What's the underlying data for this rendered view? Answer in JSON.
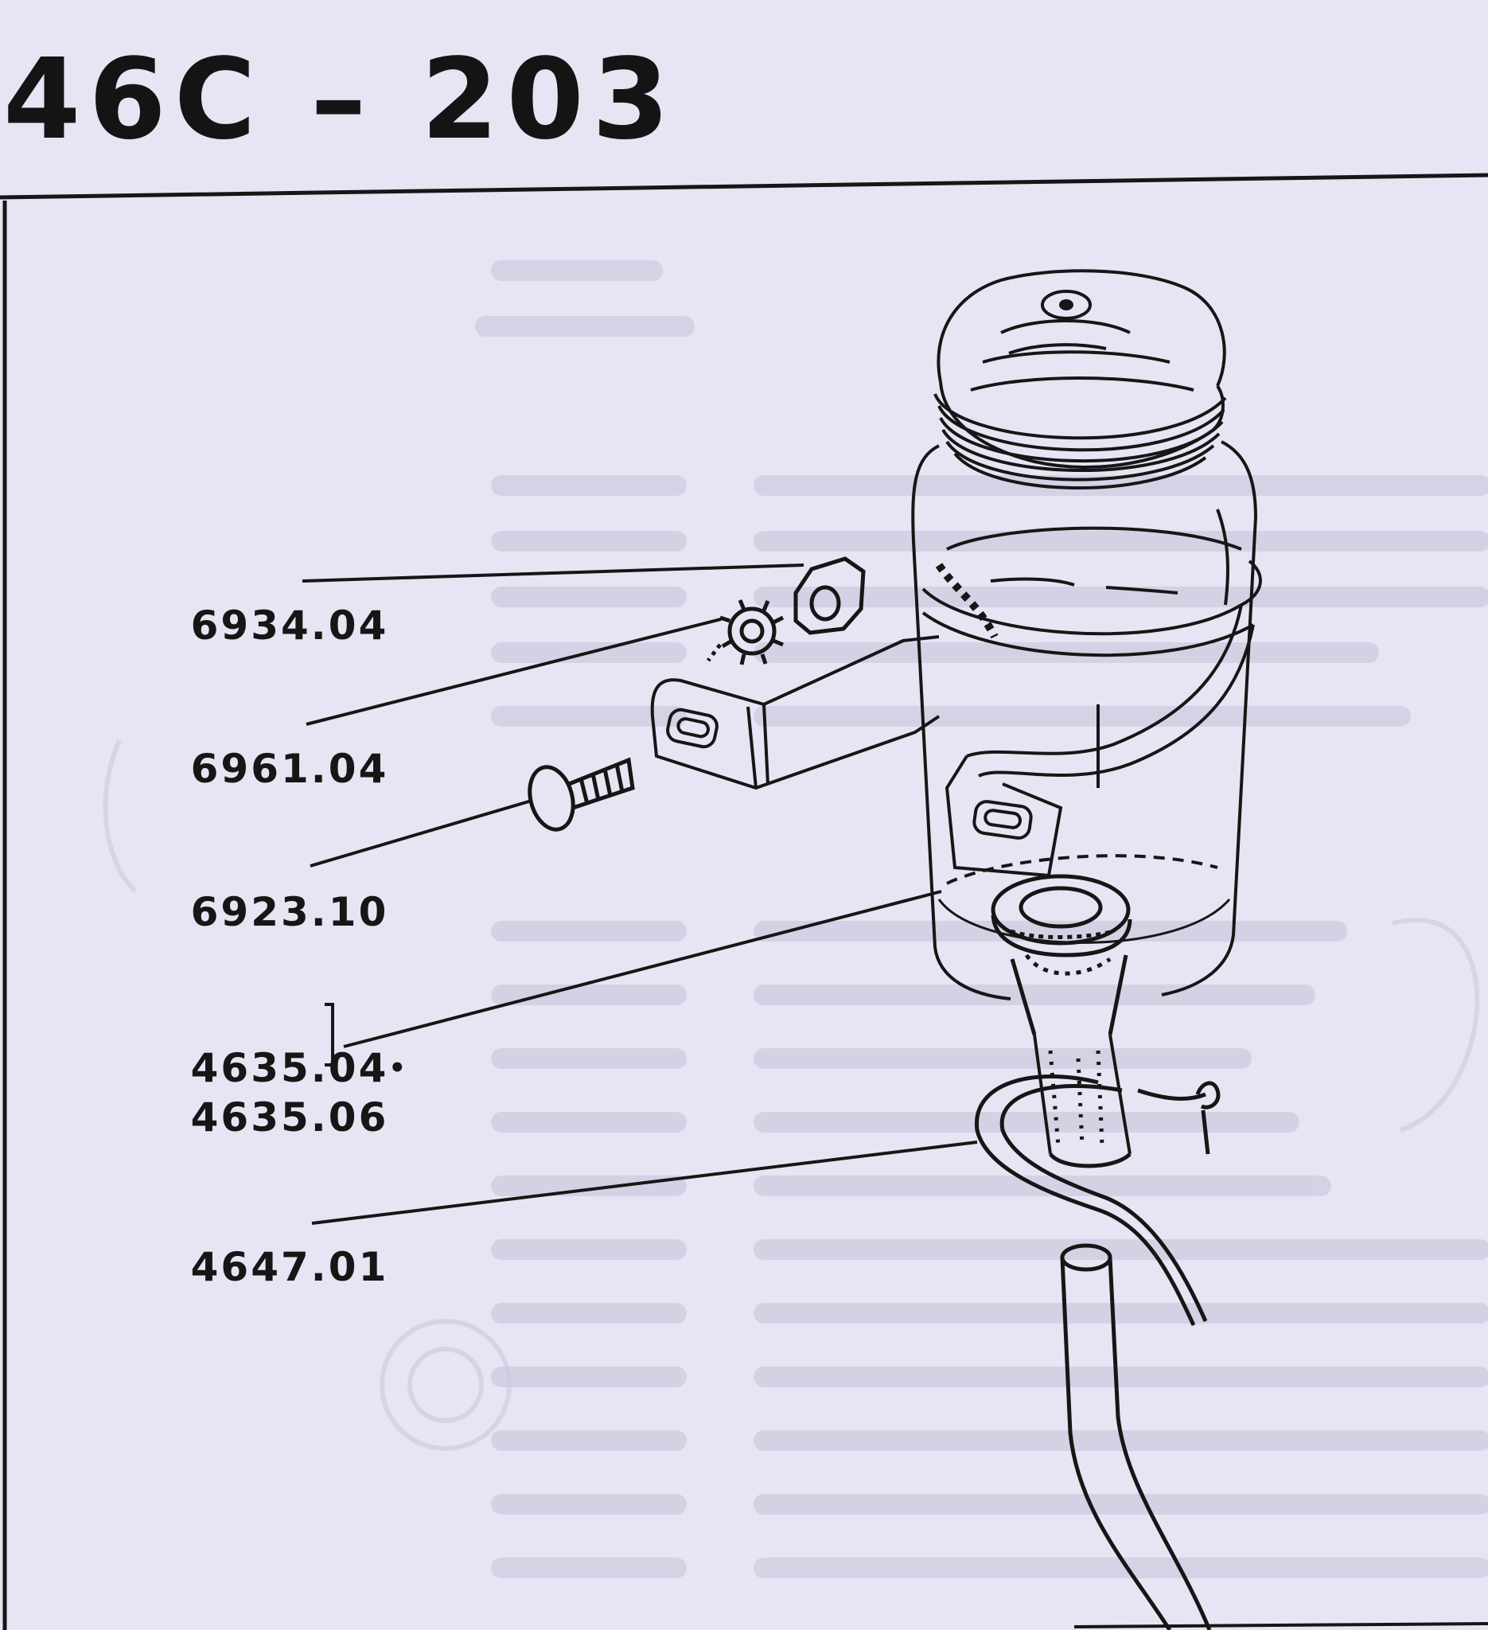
{
  "page": {
    "title": "46C – 203"
  },
  "callouts": [
    {
      "id": "6934.04",
      "label": "6934.04"
    },
    {
      "id": "6961.04",
      "label": "6961.04"
    },
    {
      "id": "6923.10",
      "label": "6923.10"
    },
    {
      "id": "4635.04",
      "label": "4635.04",
      "mark": "•"
    },
    {
      "id": "4635.06",
      "label": "4635.06"
    },
    {
      "id": "4647.01",
      "label": "4647.01"
    }
  ],
  "colors": {
    "paper": "#e7e5f3",
    "ink": "#161616",
    "bleed": "#b8b6cc"
  }
}
